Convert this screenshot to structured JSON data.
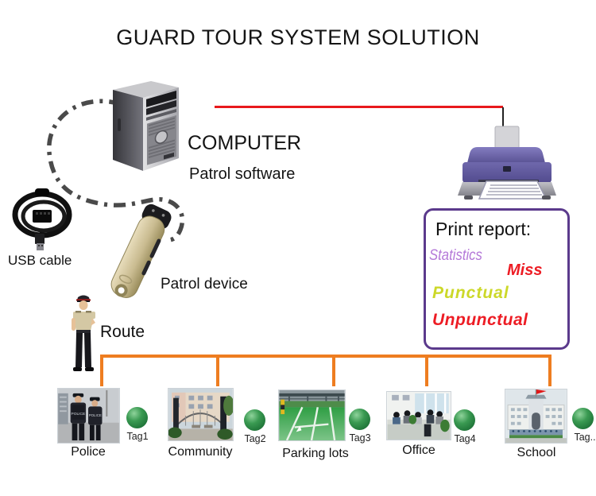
{
  "title": "GUARD TOUR SYSTEM SOLUTION",
  "computer": {
    "label": "COMPUTER",
    "software_label": "Patrol software"
  },
  "usb_cable": {
    "label": "USB cable"
  },
  "patrol_device": {
    "label": "Patrol device"
  },
  "route": {
    "label": "Route"
  },
  "print_report": {
    "title": "Print report:",
    "items": [
      {
        "label": "Statistics",
        "color": "#b478d8"
      },
      {
        "label": "Miss",
        "color": "#ed1c24"
      },
      {
        "label": "Punctual",
        "color": "#ccd829"
      },
      {
        "label": "Unpunctual",
        "color": "#ed1c24"
      }
    ]
  },
  "locations": [
    {
      "name": "Police",
      "tag": "Tag1"
    },
    {
      "name": "Community",
      "tag": "Tag2"
    },
    {
      "name": "Parking lots",
      "tag": "Tag3"
    },
    {
      "name": "Office",
      "tag": "Tag4"
    },
    {
      "name": "School",
      "tag": "Tag.."
    }
  ],
  "colors": {
    "route_line": "#ee7d20",
    "computer_printer_link": "#e8191c",
    "report_border": "#5b3a8c",
    "tag_sphere": "#2e8b48",
    "dashed_link": "#4a4a4a"
  }
}
